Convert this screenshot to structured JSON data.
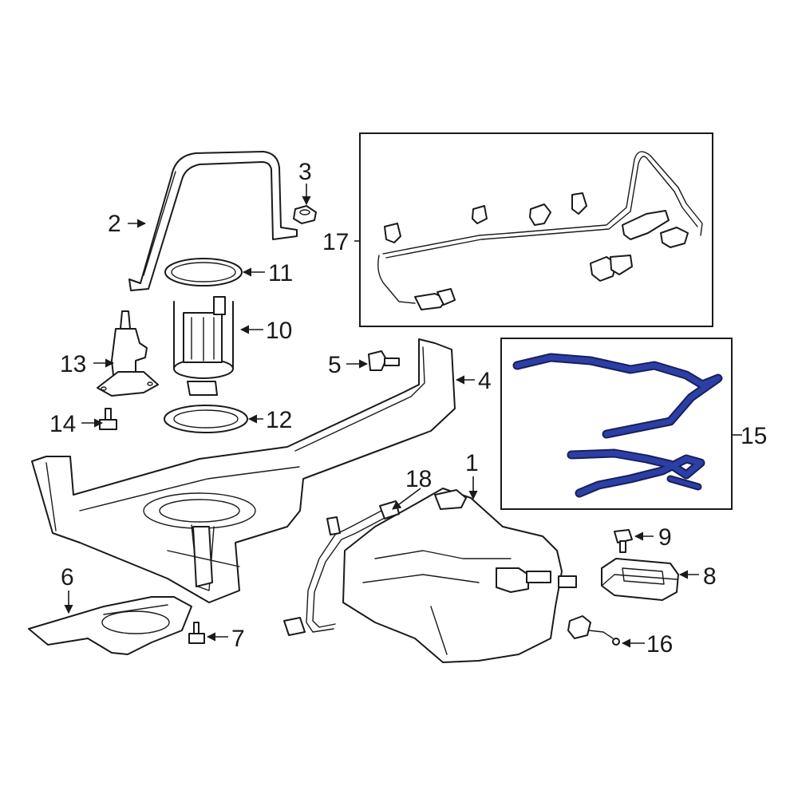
{
  "callouts": {
    "c1": "1",
    "c2": "2",
    "c3": "3",
    "c4": "4",
    "c5": "5",
    "c6": "6",
    "c7": "7",
    "c8": "8",
    "c9": "9",
    "c10": "10",
    "c11": "11",
    "c12": "12",
    "c13": "13",
    "c14": "14",
    "c15": "15",
    "c16": "16",
    "c17": "17",
    "c18": "18"
  },
  "colors": {
    "line": "#1a1a1a",
    "highlight": "#2c3fa6",
    "highlight_edge": "#1a1f5a",
    "background": "#ffffff"
  }
}
